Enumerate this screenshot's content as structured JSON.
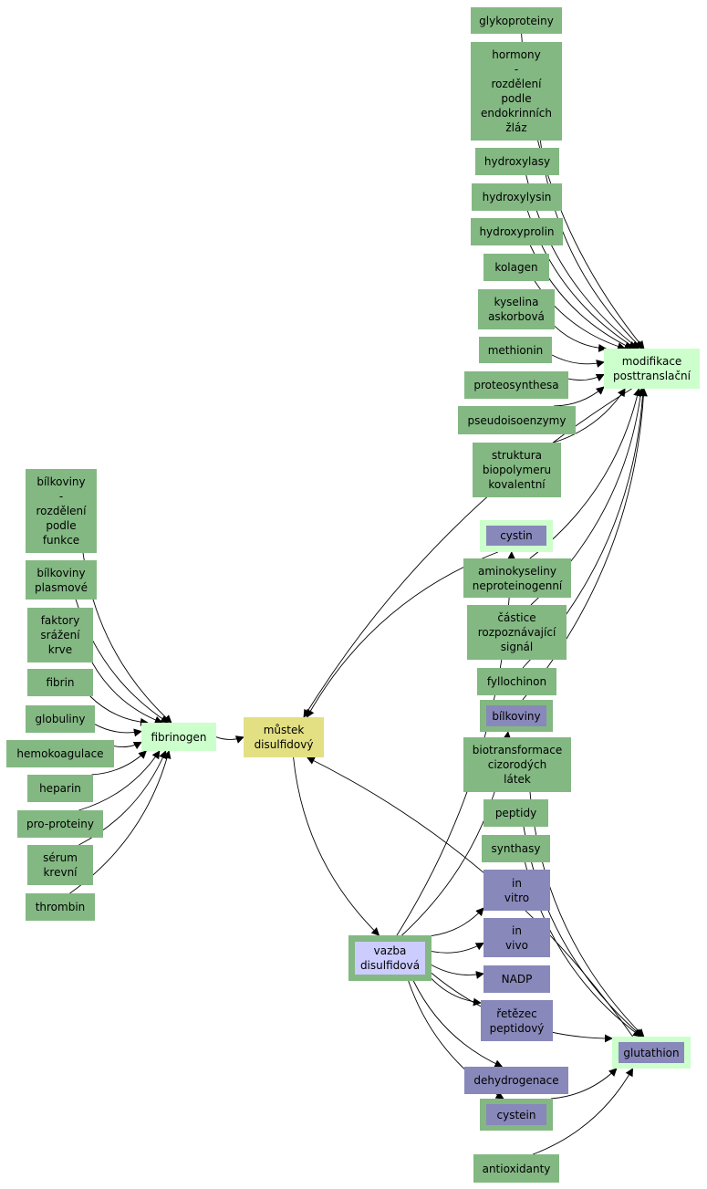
{
  "nodes": {
    "glykoproteiny": "glykoproteiny",
    "hormony": "hormony\n-\nrozdělení\npodle\nendokrinních\nžláz",
    "hydroxylasy": "hydroxylasy",
    "hydroxylysin": "hydroxylysin",
    "hydroxyprolin": "hydroxyprolin",
    "kolagen": "kolagen",
    "kyselina": "kyselina\naskorbová",
    "methionin": "methionin",
    "proteosynthesa": "proteosynthesa",
    "pseudoisoenzymy": "pseudoisoenzymy",
    "struktura": "struktura\nbiopolymeru\nkovalentní",
    "modifikace": "modifikace\nposttranslační",
    "cystin": "cystin",
    "aminokyseliny": "aminokyseliny\nneproteinogenní",
    "castice": "částice\nrozpoznávající\nsignál",
    "fyllochinon": "fyllochinon",
    "bilkoviny": "bílkoviny",
    "biotransformace": "biotransformace\ncizorodých\nlátek",
    "peptidy": "peptidy",
    "synthasy": "synthasy",
    "in_vitro": "in\nvitro",
    "in_vivo": "in\nvivo",
    "nadp": "NADP",
    "retezec": "řetězec\npeptidový",
    "glutathion": "glutathion",
    "dehydrogenace": "dehydrogenace",
    "cystein": "cystein",
    "antioxidanty": "antioxidanty",
    "vazba": "vazba\ndisulfidová",
    "mustek": "můstek\ndisulfidový",
    "fibrinogen": "fibrinogen",
    "bilkoviny_funkce": "bílkoviny\n-\nrozdělení\npodle\nfunkce",
    "bilkoviny_plasmove": "bílkoviny\nplasmové",
    "faktory": "faktory\nsrážení\nkrve",
    "fibrin": "fibrin",
    "globuliny": "globuliny",
    "hemokoagulace": "hemokoagulace",
    "heparin": "heparin",
    "pro_proteiny": "pro-proteiny",
    "serum": "sérum\nkrevní",
    "thrombin": "thrombin"
  },
  "colors": {
    "concept": "#83b883",
    "hub": "#ccffcc",
    "center": "#e3e083",
    "entity": "#8888bb",
    "focus": "#ccccff",
    "edge": "#000000"
  },
  "edges": [
    [
      "glykoproteiny",
      "modifikace"
    ],
    [
      "hormony",
      "modifikace"
    ],
    [
      "hydroxylasy",
      "modifikace"
    ],
    [
      "hydroxylysin",
      "modifikace"
    ],
    [
      "hydroxyprolin",
      "modifikace"
    ],
    [
      "kolagen",
      "modifikace"
    ],
    [
      "kyselina",
      "modifikace"
    ],
    [
      "methionin",
      "modifikace"
    ],
    [
      "proteosynthesa",
      "modifikace"
    ],
    [
      "pseudoisoenzymy",
      "modifikace"
    ],
    [
      "struktura",
      "modifikace"
    ],
    [
      "aminokyseliny",
      "modifikace"
    ],
    [
      "castice",
      "modifikace"
    ],
    [
      "fyllochinon",
      "modifikace"
    ],
    [
      "bilkoviny",
      "modifikace"
    ],
    [
      "modifikace",
      "mustek"
    ],
    [
      "cystin",
      "mustek"
    ],
    [
      "mustek",
      "vazba"
    ],
    [
      "vazba",
      "cystin"
    ],
    [
      "vazba",
      "bilkoviny"
    ],
    [
      "vazba",
      "in_vitro"
    ],
    [
      "vazba",
      "in_vivo"
    ],
    [
      "vazba",
      "nadp"
    ],
    [
      "vazba",
      "retezec"
    ],
    [
      "vazba",
      "glutathion"
    ],
    [
      "vazba",
      "dehydrogenace"
    ],
    [
      "vazba",
      "cystein"
    ],
    [
      "glutathion",
      "mustek"
    ],
    [
      "biotransformace",
      "glutathion"
    ],
    [
      "peptidy",
      "glutathion"
    ],
    [
      "synthasy",
      "glutathion"
    ],
    [
      "cystein",
      "glutathion"
    ],
    [
      "antioxidanty",
      "glutathion"
    ],
    [
      "fibrinogen",
      "mustek"
    ],
    [
      "bilkoviny_funkce",
      "fibrinogen"
    ],
    [
      "bilkoviny_plasmove",
      "fibrinogen"
    ],
    [
      "faktory",
      "fibrinogen"
    ],
    [
      "fibrin",
      "fibrinogen"
    ],
    [
      "globuliny",
      "fibrinogen"
    ],
    [
      "hemokoagulace",
      "fibrinogen"
    ],
    [
      "heparin",
      "fibrinogen"
    ],
    [
      "pro_proteiny",
      "fibrinogen"
    ],
    [
      "serum",
      "fibrinogen"
    ],
    [
      "thrombin",
      "fibrinogen"
    ]
  ]
}
